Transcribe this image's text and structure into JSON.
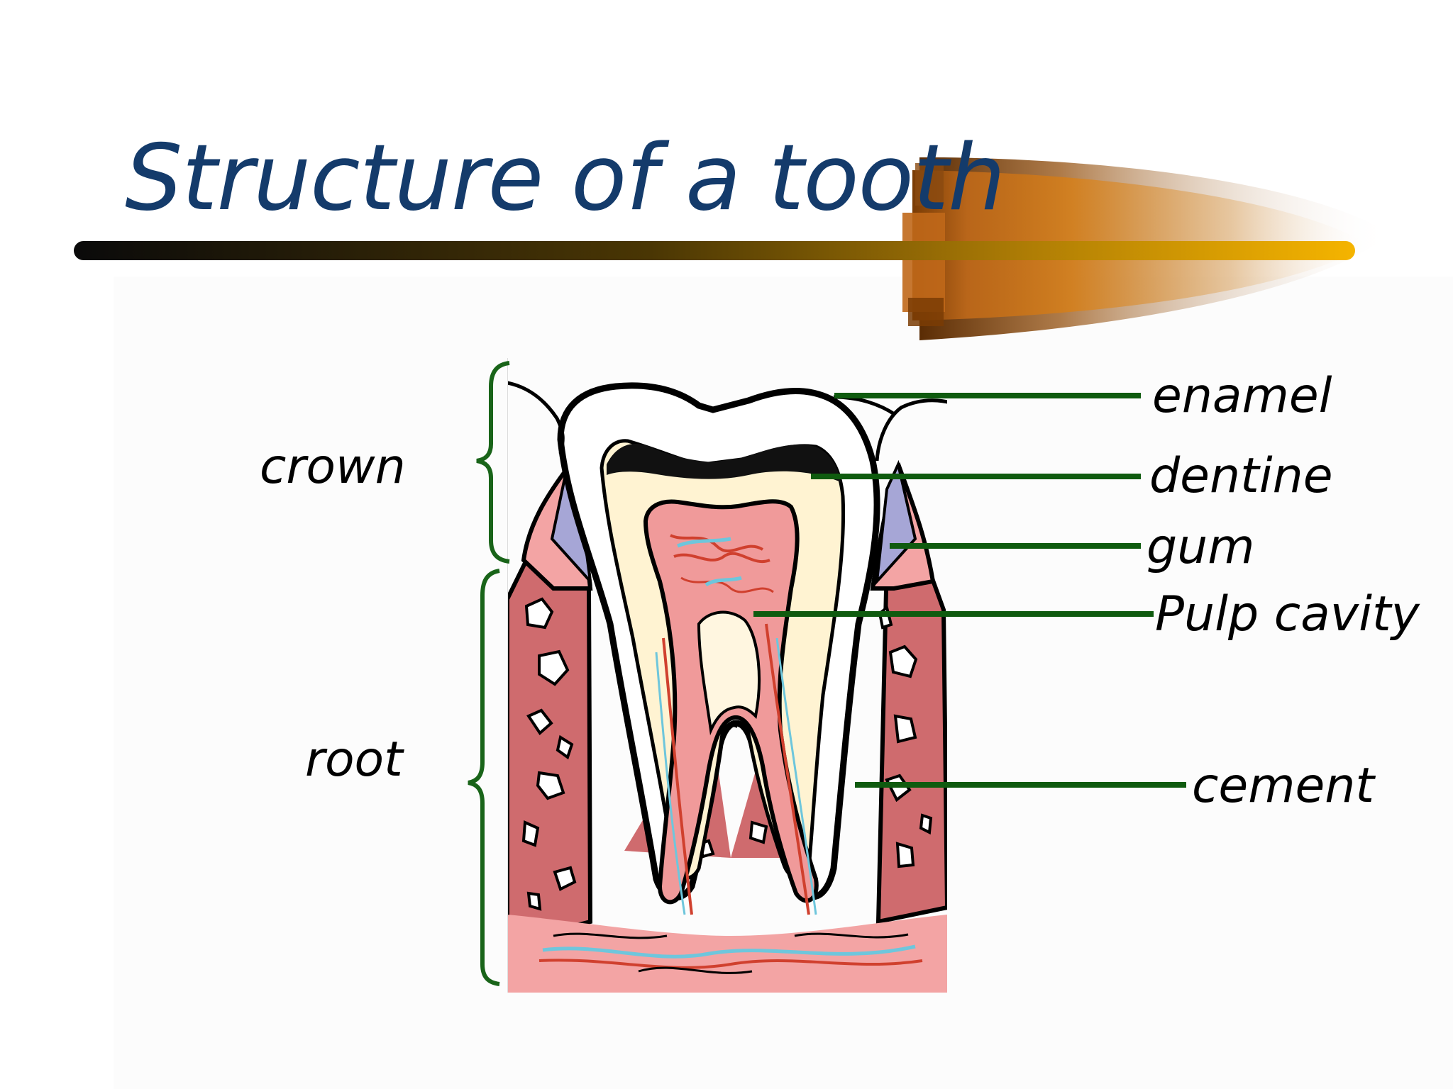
{
  "slide": {
    "title": "Structure of a tooth"
  },
  "diagram": {
    "subject": "tooth",
    "regions": {
      "crown": "crown",
      "root": "root"
    },
    "parts": {
      "enamel": "enamel",
      "dentine": "dentine",
      "gum": "gum",
      "pulp_cavity": "Pulp cavity",
      "cement": "cement"
    }
  },
  "colors": {
    "title": "#143b6b",
    "leader_lines": "#0f5b0f",
    "brackets": "#196419",
    "bone": "#cf6b6e",
    "soft_tissue": "#f3a4a4",
    "enamel": "#ffffff",
    "dentine": "#fff3d2",
    "pulp": "#f09a9a",
    "gum_wedge": "#a6a6d6",
    "vessel_red": "#d0402e",
    "vessel_blue": "#6ec6dc",
    "bar_start": "#0a0a0a",
    "bar_end": "#f5b400",
    "fade_start": "#7a3c05",
    "fade_mid": "#d6801a"
  }
}
